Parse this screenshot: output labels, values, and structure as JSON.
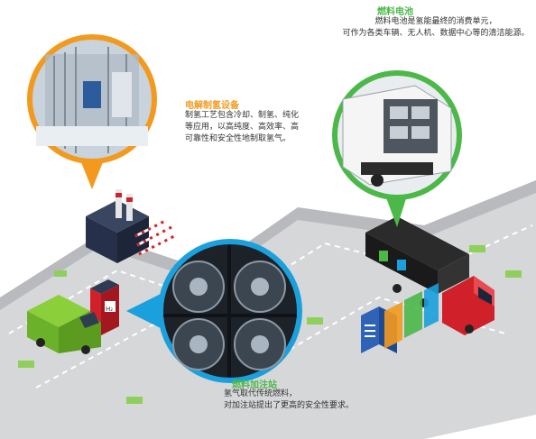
{
  "colors": {
    "orange": "#f39a1e",
    "green": "#4bb848",
    "blue": "#1aa0dc",
    "ground": "#d6d7d9",
    "ground_dark": "#b9babd",
    "road_line": "#ffffff"
  },
  "callouts": {
    "electrolysis": {
      "title": "电解制氢设备",
      "lines": [
        "制氢工艺包含冷却、制氢、纯化",
        "等应用，以高纯度、高效率、高",
        "可靠性和安全性地制取氢气。"
      ]
    },
    "fuel_cell": {
      "title": "燃料电池",
      "lines": [
        "燃料电池是氢能最终的消费单元，",
        "可作为各类车辆、无人机、数据中心等的清洁能源。"
      ]
    },
    "station": {
      "title": "燃料加注站",
      "lines": [
        "氢气取代传统燃料，",
        "对加注站提出了更高的安全性要求。"
      ]
    }
  },
  "icons": {
    "station_sign": "H₂"
  }
}
